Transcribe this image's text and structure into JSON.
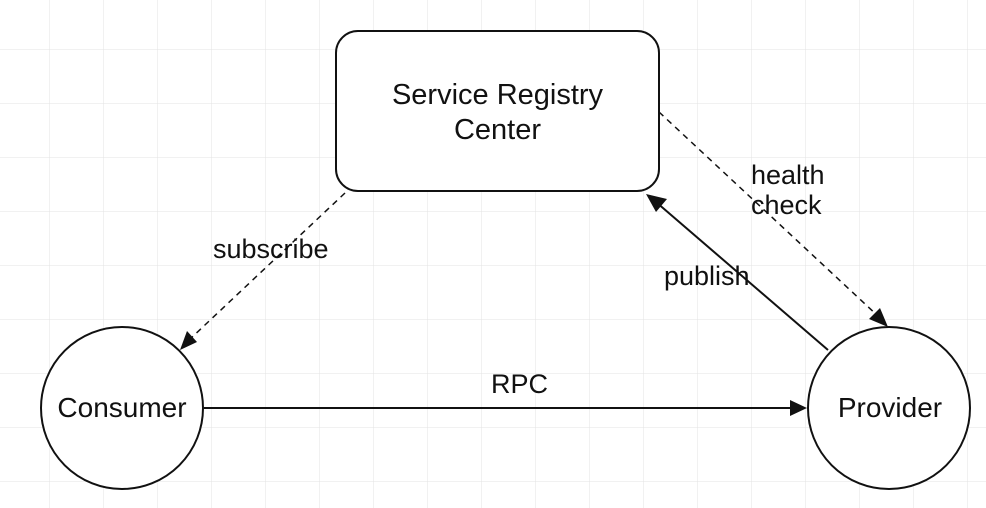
{
  "nodes": {
    "registry": {
      "line1": "Service Registry",
      "line2": "Center"
    },
    "consumer": {
      "label": "Consumer"
    },
    "provider": {
      "label": "Provider"
    }
  },
  "edges": {
    "subscribe": {
      "label": "subscribe"
    },
    "health_check": {
      "line1": "health",
      "line2": "check"
    },
    "publish": {
      "label": "publish"
    },
    "rpc": {
      "label": "RPC"
    }
  }
}
